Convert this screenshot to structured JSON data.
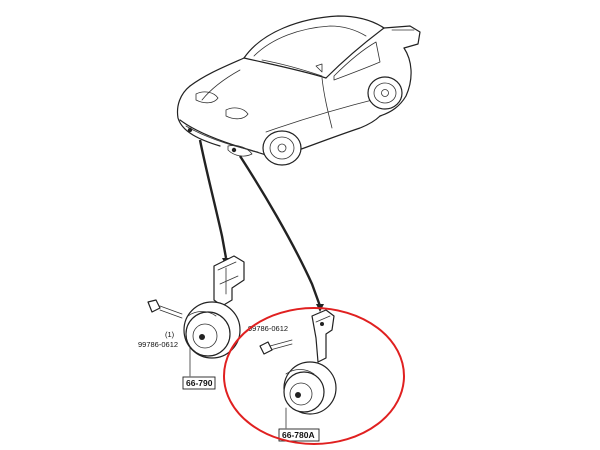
{
  "left_horn": {
    "qty": "(1)",
    "bolt_part": "99786-0612",
    "horn_part": "66-790"
  },
  "right_horn": {
    "bolt_part": "99786-0612",
    "horn_part": "66-780A"
  },
  "colors": {
    "line": "#222222",
    "highlight": "#e02020",
    "background": "#ffffff"
  },
  "icons": [
    "car-outline-icon",
    "horn-icon",
    "bolt-icon",
    "bracket-icon"
  ]
}
